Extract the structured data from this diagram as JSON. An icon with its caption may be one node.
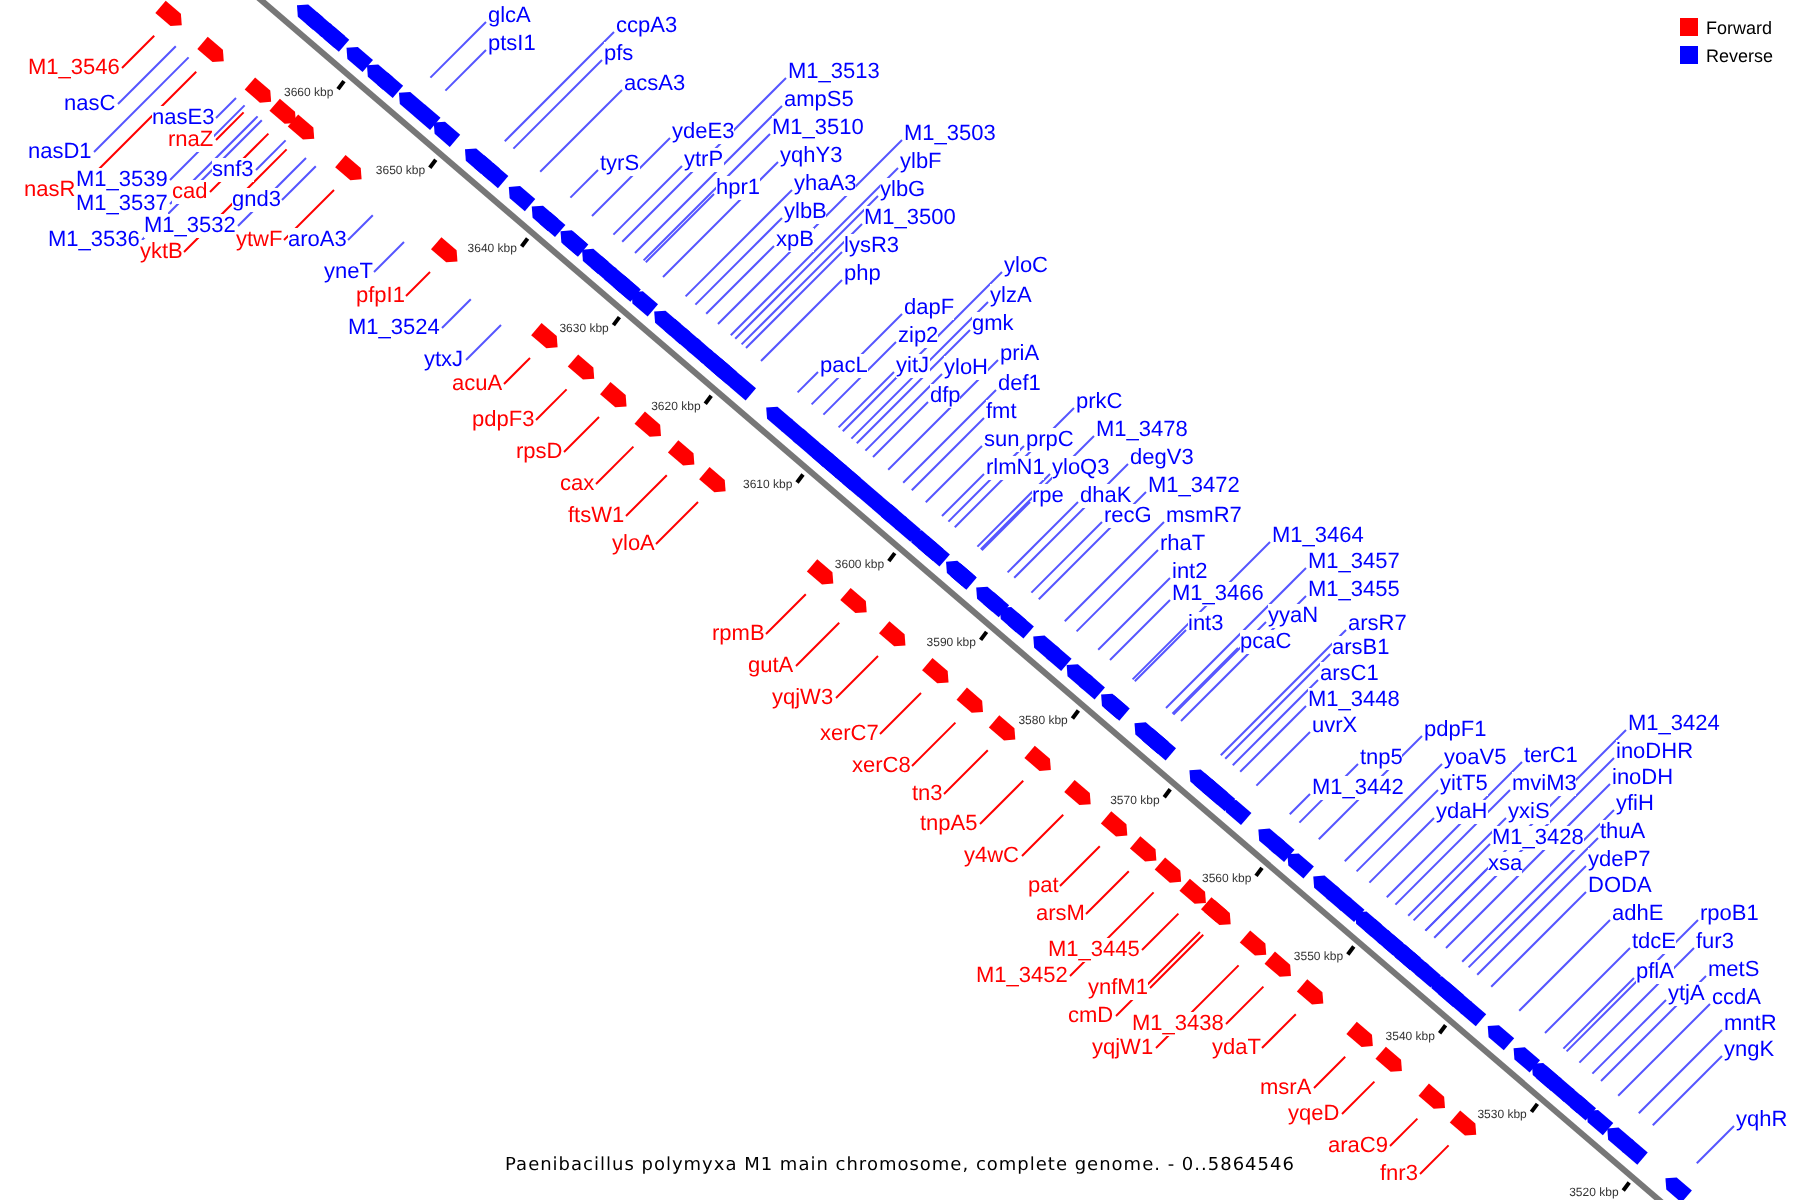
{
  "diagram": {
    "caption": "Paenibacillus polymyxa M1 main chromosome, complete genome. - 0..5864546",
    "nodes": [
      {
        "text": [
          "glcA"
        ]
      },
      {
        "text": [
          "ptsI1"
        ]
      },
      {
        "text": [
          "ccpA3"
        ]
      },
      {
        "text": [
          "pfs"
        ]
      },
      {
        "text": [
          "acsA3"
        ]
      },
      {
        "text": [
          "tyrS"
        ]
      },
      {
        "text": [
          "ydeE3"
        ]
      },
      {
        "text": [
          "ytrP"
        ]
      },
      {
        "text": [
          "hpr1"
        ]
      },
      {
        "text": [
          "M1_3513"
        ]
      },
      {
        "text": [
          "ampS5"
        ]
      },
      {
        "text": [
          "M1_3510"
        ]
      },
      {
        "text": [
          "yqhY3"
        ]
      },
      {
        "text": [
          "yhaA3"
        ]
      },
      {
        "text": [
          "ylbB"
        ]
      },
      {
        "text": [
          "xpB"
        ]
      },
      {
        "text": [
          "M1_3503"
        ]
      },
      {
        "text": [
          "ylbF"
        ]
      },
      {
        "text": [
          "ylbG"
        ]
      },
      {
        "text": [
          "M1_3500"
        ]
      },
      {
        "text": [
          "lysR3"
        ]
      },
      {
        "text": [
          "php"
        ]
      },
      {
        "text": [
          "pacL"
        ]
      },
      {
        "text": [
          "dapF"
        ]
      },
      {
        "text": [
          "zip2"
        ]
      },
      {
        "text": [
          "yitJ"
        ]
      },
      {
        "text": [
          "yloC"
        ]
      },
      {
        "text": [
          "ylzA"
        ]
      },
      {
        "text": [
          "gmk"
        ]
      },
      {
        "text": [
          "yloH"
        ]
      },
      {
        "text": [
          "priA"
        ]
      },
      {
        "text": [
          "dfp"
        ]
      },
      {
        "text": [
          "def1"
        ]
      },
      {
        "text": [
          "fmt"
        ]
      },
      {
        "text": [
          "sun"
        ]
      },
      {
        "text": [
          "prpC"
        ]
      },
      {
        "text": [
          "rlmN1"
        ]
      },
      {
        "text": [
          "yloQ3"
        ]
      },
      {
        "text": [
          "prkC"
        ]
      },
      {
        "text": [
          "M1_3478"
        ]
      },
      {
        "text": [
          "degV3"
        ]
      },
      {
        "text": [
          "rpe"
        ]
      },
      {
        "text": [
          "dhaK"
        ]
      },
      {
        "text": [
          "M1_3472"
        ]
      },
      {
        "text": [
          "recG"
        ]
      },
      {
        "text": [
          "msmR7"
        ]
      },
      {
        "text": [
          "rhaT"
        ]
      },
      {
        "text": [
          "int2"
        ]
      },
      {
        "text": [
          "M1_3466"
        ]
      },
      {
        "text": [
          "int3"
        ]
      },
      {
        "text": [
          "M1_3464"
        ]
      },
      {
        "text": [
          "M1_3457"
        ]
      },
      {
        "text": [
          "M1_3455"
        ]
      },
      {
        "text": [
          "yyaN"
        ]
      },
      {
        "text": [
          "arsR7"
        ]
      },
      {
        "text": [
          "pcaC"
        ]
      },
      {
        "text": [
          "arsB1"
        ]
      },
      {
        "text": [
          "arsC1"
        ]
      },
      {
        "text": [
          "M1_3448"
        ]
      },
      {
        "text": [
          "uvrX"
        ]
      },
      {
        "text": [
          "pdpF1"
        ]
      },
      {
        "text": [
          "tnp5"
        ]
      },
      {
        "text": [
          "yoaV5"
        ]
      },
      {
        "text": [
          "M1_3442"
        ]
      },
      {
        "text": [
          "yitT5"
        ]
      },
      {
        "text": [
          "ydaH"
        ]
      },
      {
        "text": [
          "terC1"
        ]
      },
      {
        "text": [
          "mviM3"
        ]
      },
      {
        "text": [
          "yxiS"
        ]
      },
      {
        "text": [
          "M1_3428"
        ]
      },
      {
        "text": [
          "xsa"
        ]
      },
      {
        "text": [
          "M1_3424"
        ]
      },
      {
        "text": [
          "inoDHR"
        ]
      },
      {
        "text": [
          "inoDH"
        ]
      },
      {
        "text": [
          "yfiH"
        ]
      },
      {
        "text": [
          "thuA"
        ]
      },
      {
        "text": [
          "ydeP7"
        ]
      },
      {
        "text": [
          "DODA"
        ]
      },
      {
        "text": [
          "adhE"
        ]
      },
      {
        "text": [
          "tdcE"
        ]
      },
      {
        "text": [
          "rpoB1"
        ]
      },
      {
        "text": [
          "pflA"
        ]
      },
      {
        "text": [
          "fur3"
        ]
      },
      {
        "text": [
          "ytjA"
        ]
      },
      {
        "text": [
          "metS"
        ]
      },
      {
        "text": [
          "ccdA"
        ]
      },
      {
        "text": [
          "mntR"
        ]
      },
      {
        "text": [
          "yngK"
        ]
      },
      {
        "text": [
          "yqhR"
        ]
      },
      {
        "text": [
          "nasC"
        ]
      },
      {
        "text": [
          "nasE3"
        ]
      },
      {
        "text": [
          "nasD1"
        ]
      },
      {
        "text": [
          "M1_3539"
        ]
      },
      {
        "text": [
          "M1_3537"
        ]
      },
      {
        "text": [
          "M1_3536"
        ]
      },
      {
        "text": [
          "M1_3532"
        ]
      },
      {
        "text": [
          "snf3"
        ]
      },
      {
        "text": [
          "gnd3"
        ]
      },
      {
        "text": [
          "aroA3"
        ]
      },
      {
        "text": [
          "yneT"
        ]
      },
      {
        "text": [
          "M1_3524"
        ]
      },
      {
        "text": [
          "ytxJ"
        ]
      },
      {
        "text": [
          "M1_3546"
        ]
      },
      {
        "text": [
          "rnaZ"
        ]
      },
      {
        "text": [
          "nasR"
        ]
      },
      {
        "text": [
          "cad"
        ]
      },
      {
        "text": [
          "yktB"
        ]
      },
      {
        "text": [
          "ytwF"
        ]
      },
      {
        "text": [
          "pfpI1"
        ]
      },
      {
        "text": [
          "acuA"
        ]
      },
      {
        "text": [
          "pdpF3"
        ]
      },
      {
        "text": [
          "rpsD"
        ]
      },
      {
        "text": [
          "cax"
        ]
      },
      {
        "text": [
          "ftsW1"
        ]
      },
      {
        "text": [
          "yloA"
        ]
      },
      {
        "text": [
          "rpmB"
        ]
      },
      {
        "text": [
          "gutA"
        ]
      },
      {
        "text": [
          "yqjW3"
        ]
      },
      {
        "text": [
          "xerC7"
        ]
      },
      {
        "text": [
          "xerC8"
        ]
      },
      {
        "text": [
          "tn3"
        ]
      },
      {
        "text": [
          "tnpA5"
        ]
      },
      {
        "text": [
          "y4wC"
        ]
      },
      {
        "text": [
          "pat"
        ]
      },
      {
        "text": [
          "arsM"
        ]
      },
      {
        "text": [
          "M1_3445"
        ]
      },
      {
        "text": [
          "M1_3452"
        ]
      },
      {
        "text": [
          "ynfM1"
        ]
      },
      {
        "text": [
          "cmD"
        ]
      },
      {
        "text": [
          "yqjW1"
        ]
      },
      {
        "text": [
          "M1_3438"
        ]
      },
      {
        "text": [
          "ydaT"
        ]
      },
      {
        "text": [
          "msrA"
        ]
      },
      {
        "text": [
          "yqeD"
        ]
      },
      {
        "text": [
          "araC9"
        ]
      },
      {
        "text": [
          "fnr3"
        ]
      }
    ],
    "edges": [
      {
        "from": 0,
        "to": null,
        "arrow": "none"
      },
      {
        "from": 1,
        "to": null,
        "arrow": "none"
      },
      {
        "from": 2,
        "to": null,
        "arrow": "none"
      },
      {
        "from": 3,
        "to": null,
        "arrow": "none"
      },
      {
        "from": 4,
        "to": null,
        "arrow": "none"
      },
      {
        "from": 5,
        "to": null,
        "arrow": "none"
      },
      {
        "from": 6,
        "to": null,
        "arrow": "none"
      },
      {
        "from": 7,
        "to": null,
        "arrow": "none"
      },
      {
        "from": 8,
        "to": null,
        "arrow": "none"
      },
      {
        "from": 9,
        "to": null,
        "arrow": "none"
      },
      {
        "from": 10,
        "to": null,
        "arrow": "none"
      },
      {
        "from": 11,
        "to": null,
        "arrow": "none"
      },
      {
        "from": 12,
        "to": null,
        "arrow": "none"
      },
      {
        "from": 13,
        "to": null,
        "arrow": "none"
      },
      {
        "from": 14,
        "to": null,
        "arrow": "none"
      },
      {
        "from": 15,
        "to": null,
        "arrow": "none"
      },
      {
        "from": 16,
        "to": null,
        "arrow": "none"
      },
      {
        "from": 17,
        "to": null,
        "arrow": "none"
      },
      {
        "from": 18,
        "to": null,
        "arrow": "none"
      },
      {
        "from": 19,
        "to": null,
        "arrow": "none"
      },
      {
        "from": 20,
        "to": null,
        "arrow": "none"
      },
      {
        "from": 21,
        "to": null,
        "arrow": "none"
      },
      {
        "from": 22,
        "to": null,
        "arrow": "none"
      },
      {
        "from": 23,
        "to": null,
        "arrow": "none"
      },
      {
        "from": 24,
        "to": null,
        "arrow": "none"
      },
      {
        "from": 25,
        "to": null,
        "arrow": "none"
      },
      {
        "from": 26,
        "to": null,
        "arrow": "none"
      },
      {
        "from": 27,
        "to": null,
        "arrow": "none"
      },
      {
        "from": 28,
        "to": null,
        "arrow": "none"
      },
      {
        "from": 29,
        "to": null,
        "arrow": "none"
      },
      {
        "from": 30,
        "to": null,
        "arrow": "none"
      },
      {
        "from": 31,
        "to": null,
        "arrow": "none"
      },
      {
        "from": 32,
        "to": null,
        "arrow": "none"
      },
      {
        "from": 33,
        "to": null,
        "arrow": "none"
      },
      {
        "from": 34,
        "to": null,
        "arrow": "none"
      },
      {
        "from": 35,
        "to": null,
        "arrow": "none"
      },
      {
        "from": 36,
        "to": null,
        "arrow": "none"
      },
      {
        "from": 37,
        "to": null,
        "arrow": "none"
      },
      {
        "from": 38,
        "to": null,
        "arrow": "none"
      },
      {
        "from": 39,
        "to": null,
        "arrow": "none"
      },
      {
        "from": 40,
        "to": null,
        "arrow": "none"
      },
      {
        "from": 41,
        "to": null,
        "arrow": "none"
      },
      {
        "from": 42,
        "to": null,
        "arrow": "none"
      },
      {
        "from": 43,
        "to": null,
        "arrow": "none"
      },
      {
        "from": 44,
        "to": null,
        "arrow": "none"
      },
      {
        "from": 45,
        "to": null,
        "arrow": "none"
      },
      {
        "from": 46,
        "to": null,
        "arrow": "none"
      },
      {
        "from": 47,
        "to": null,
        "arrow": "none"
      },
      {
        "from": 48,
        "to": null,
        "arrow": "none"
      },
      {
        "from": 49,
        "to": null,
        "arrow": "none"
      },
      {
        "from": 50,
        "to": null,
        "arrow": "none"
      },
      {
        "from": 51,
        "to": null,
        "arrow": "none"
      },
      {
        "from": 52,
        "to": null,
        "arrow": "none"
      },
      {
        "from": 53,
        "to": null,
        "arrow": "none"
      },
      {
        "from": 54,
        "to": null,
        "arrow": "none"
      },
      {
        "from": 55,
        "to": null,
        "arrow": "none"
      },
      {
        "from": 56,
        "to": null,
        "arrow": "none"
      },
      {
        "from": 57,
        "to": null,
        "arrow": "none"
      },
      {
        "from": 58,
        "to": null,
        "arrow": "none"
      },
      {
        "from": 59,
        "to": null,
        "arrow": "none"
      },
      {
        "from": 60,
        "to": null,
        "arrow": "none"
      },
      {
        "from": 61,
        "to": null,
        "arrow": "none"
      },
      {
        "from": 62,
        "to": null,
        "arrow": "none"
      },
      {
        "from": 63,
        "to": null,
        "arrow": "none"
      },
      {
        "from": 64,
        "to": null,
        "arrow": "none"
      },
      {
        "from": 65,
        "to": null,
        "arrow": "none"
      },
      {
        "from": 66,
        "to": null,
        "arrow": "none"
      },
      {
        "from": 67,
        "to": null,
        "arrow": "none"
      },
      {
        "from": 68,
        "to": null,
        "arrow": "none"
      },
      {
        "from": 69,
        "to": null,
        "arrow": "none"
      },
      {
        "from": 70,
        "to": null,
        "arrow": "none"
      },
      {
        "from": 71,
        "to": null,
        "arrow": "none"
      },
      {
        "from": 72,
        "to": null,
        "arrow": "none"
      },
      {
        "from": 73,
        "to": null,
        "arrow": "none"
      },
      {
        "from": 74,
        "to": null,
        "arrow": "none"
      },
      {
        "from": 75,
        "to": null,
        "arrow": "none"
      },
      {
        "from": 76,
        "to": null,
        "arrow": "none"
      },
      {
        "from": 77,
        "to": null,
        "arrow": "none"
      },
      {
        "from": 78,
        "to": null,
        "arrow": "none"
      },
      {
        "from": 79,
        "to": null,
        "arrow": "none"
      },
      {
        "from": 80,
        "to": null,
        "arrow": "none"
      },
      {
        "from": 81,
        "to": null,
        "arrow": "none"
      },
      {
        "from": 82,
        "to": null,
        "arrow": "none"
      },
      {
        "from": 83,
        "to": null,
        "arrow": "none"
      },
      {
        "from": 84,
        "to": null,
        "arrow": "none"
      },
      {
        "from": 85,
        "to": null,
        "arrow": "none"
      },
      {
        "from": 86,
        "to": null,
        "arrow": "none"
      },
      {
        "from": 87,
        "to": null,
        "arrow": "none"
      },
      {
        "from": 88,
        "to": null,
        "arrow": "none"
      },
      {
        "from": 89,
        "to": null,
        "arrow": "none"
      },
      {
        "from": 90,
        "to": null,
        "arrow": "none"
      },
      {
        "from": 91,
        "to": null,
        "arrow": "none"
      },
      {
        "from": 92,
        "to": null,
        "arrow": "none"
      },
      {
        "from": 93,
        "to": null,
        "arrow": "none"
      },
      {
        "from": 94,
        "to": null,
        "arrow": "none"
      },
      {
        "from": 95,
        "to": null,
        "arrow": "none"
      },
      {
        "from": 96,
        "to": null,
        "arrow": "none"
      },
      {
        "from": 97,
        "to": null,
        "arrow": "none"
      },
      {
        "from": 98,
        "to": null,
        "arrow": "none"
      },
      {
        "from": 99,
        "to": null,
        "arrow": "none"
      },
      {
        "from": 100,
        "to": null,
        "arrow": "none"
      },
      {
        "from": 101,
        "to": null,
        "arrow": "none"
      },
      {
        "from": 102,
        "to": null,
        "arrow": "none",
        "color": "#ff0000"
      },
      {
        "from": 103,
        "to": null,
        "arrow": "none",
        "color": "#ff0000"
      },
      {
        "from": 104,
        "to": null,
        "arrow": "none",
        "color": "#ff0000"
      },
      {
        "from": 105,
        "to": null,
        "arrow": "none",
        "color": "#ff0000"
      },
      {
        "from": 106,
        "to": null,
        "arrow": "none",
        "color": "#ff0000"
      },
      {
        "from": 107,
        "to": null,
        "arrow": "none",
        "color": "#ff0000"
      },
      {
        "from": 108,
        "to": null,
        "arrow": "none",
        "color": "#ff0000"
      },
      {
        "from": 109,
        "to": null,
        "arrow": "none",
        "color": "#ff0000"
      },
      {
        "from": 110,
        "to": null,
        "arrow": "none",
        "color": "#ff0000"
      },
      {
        "from": 111,
        "to": null,
        "arrow": "none",
        "color": "#ff0000"
      },
      {
        "from": 112,
        "to": null,
        "arrow": "none",
        "color": "#ff0000"
      },
      {
        "from": 113,
        "to": null,
        "arrow": "none",
        "color": "#ff0000"
      },
      {
        "from": 114,
        "to": null,
        "arrow": "none",
        "color": "#ff0000"
      },
      {
        "from": 115,
        "to": null,
        "arrow": "none",
        "color": "#ff0000"
      },
      {
        "from": 116,
        "to": null,
        "arrow": "none",
        "color": "#ff0000"
      },
      {
        "from": 117,
        "to": null,
        "arrow": "none",
        "color": "#ff0000"
      },
      {
        "from": 118,
        "to": null,
        "arrow": "none",
        "color": "#ff0000"
      },
      {
        "from": 119,
        "to": null,
        "arrow": "none",
        "color": "#ff0000"
      },
      {
        "from": 120,
        "to": null,
        "arrow": "none",
        "color": "#ff0000"
      },
      {
        "from": 121,
        "to": null,
        "arrow": "none",
        "color": "#ff0000"
      },
      {
        "from": 122,
        "to": null,
        "arrow": "none",
        "color": "#ff0000"
      },
      {
        "from": 123,
        "to": null,
        "arrow": "none",
        "color": "#ff0000"
      },
      {
        "from": 124,
        "to": null,
        "arrow": "none",
        "color": "#ff0000"
      },
      {
        "from": 125,
        "to": null,
        "arrow": "none",
        "color": "#ff0000"
      },
      {
        "from": 126,
        "to": null,
        "arrow": "none",
        "color": "#ff0000"
      },
      {
        "from": 127,
        "to": null,
        "arrow": "none",
        "color": "#ff0000"
      },
      {
        "from": 128,
        "to": null,
        "arrow": "none",
        "color": "#ff0000"
      },
      {
        "from": 129,
        "to": null,
        "arrow": "none",
        "color": "#ff0000"
      },
      {
        "from": 130,
        "to": null,
        "arrow": "none",
        "color": "#ff0000"
      },
      {
        "from": 131,
        "to": null,
        "arrow": "none",
        "color": "#ff0000"
      },
      {
        "from": 132,
        "to": null,
        "arrow": "none",
        "color": "#ff0000"
      },
      {
        "from": 133,
        "to": null,
        "arrow": "none",
        "color": "#ff0000"
      },
      {
        "from": 134,
        "to": null,
        "arrow": "none",
        "color": "#ff0000"
      },
      {
        "from": 135,
        "to": null,
        "arrow": "none",
        "color": "#ff0000"
      }
    ],
    "labels": [
      "3660 kbp",
      "3650 kbp",
      "3640 kbp",
      "3630 kbp",
      "3620 kbp",
      "3610 kbp",
      "3600 kbp",
      "3590 kbp",
      "3580 kbp",
      "3570 kbp",
      "3560 kbp",
      "3550 kbp",
      "3540 kbp",
      "3530 kbp",
      "3520 kbp"
    ],
    "legend": [
      {
        "text": "Forward",
        "color": "#ff0000"
      },
      {
        "text": "Reverse",
        "color": "#0000ff"
      }
    ]
  }
}
